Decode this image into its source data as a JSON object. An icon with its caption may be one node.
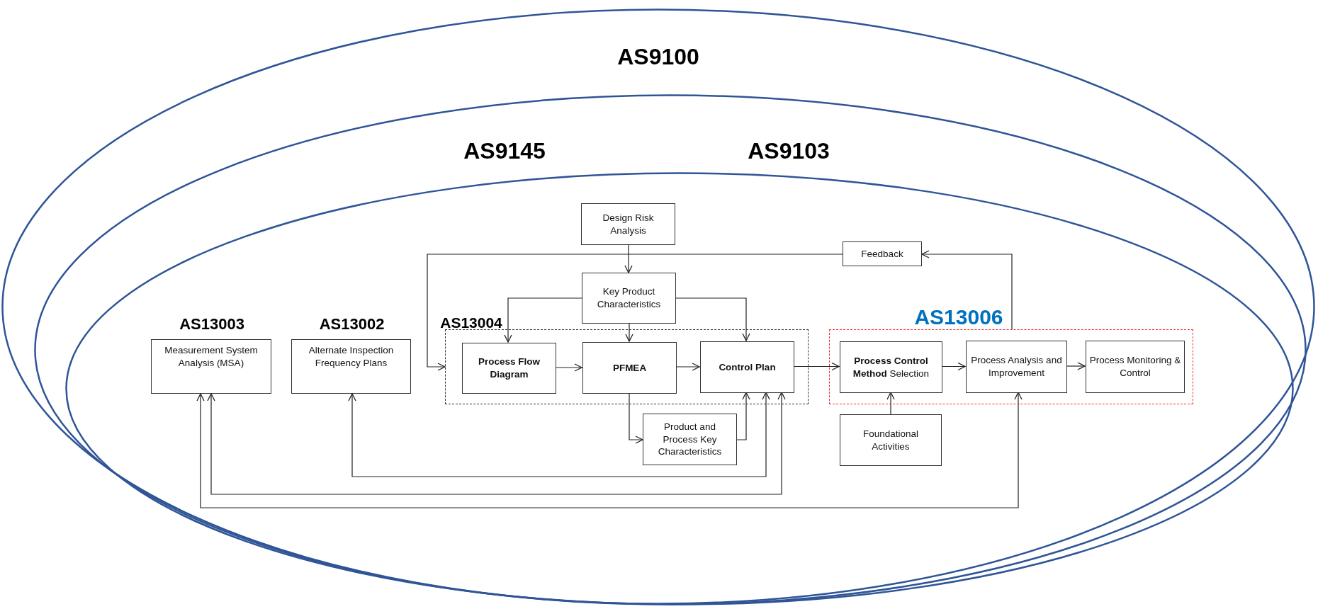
{
  "diagram": {
    "nodes": [
      {
        "text": [
          "AS9100"
        ]
      },
      {
        "text": [
          "AS9145"
        ],
        "in": 0
      },
      {
        "text": [
          "AS9103"
        ],
        "in": 1
      },
      {
        "text": [
          "Design Risk Analysis"
        ],
        "in": 2
      },
      {
        "text": [
          "Feedback"
        ],
        "in": 2
      },
      {
        "text": [
          "Key Product Characteristics"
        ],
        "in": 2
      },
      {
        "text": [
          "Measurement System Analysis (MSA)"
        ],
        "beside": [
          "AS13003"
        ],
        "in": 2
      },
      {
        "text": [
          "Alternate Inspection Frequency Plans"
        ],
        "beside": [
          "AS13002"
        ],
        "in": 2
      },
      {
        "text": [
          "AS13004"
        ],
        "in": 2
      },
      {
        "text": [
          "Process Flow Diagram"
        ],
        "in": 8
      },
      {
        "text": [
          "PFMEA"
        ],
        "in": 8
      },
      {
        "text": [
          "Control Plan"
        ],
        "in": 8
      },
      {
        "text": [
          "AS13006"
        ],
        "in": 2
      },
      {
        "text": [
          "**Process Control Method** Selection"
        ],
        "in": 12
      },
      {
        "text": [
          "Process Analysis and Improvement"
        ],
        "in": 12
      },
      {
        "text": [
          "Process Monitoring & Control"
        ],
        "in": 12
      },
      {
        "text": [
          "Product and Process Key Characteristics"
        ],
        "in": 2
      },
      {
        "text": [
          "Foundational Activities"
        ],
        "in": 2
      }
    ],
    "edges": [
      {
        "from": 3,
        "to": 5,
        "arrow": "to"
      },
      {
        "from": 5,
        "to": 9,
        "arrow": "to"
      },
      {
        "from": 5,
        "to": 10,
        "arrow": "to"
      },
      {
        "from": 5,
        "to": 11,
        "arrow": "to"
      },
      {
        "from": 4,
        "to": 8,
        "arrow": "to"
      },
      {
        "from": 9,
        "to": 10,
        "arrow": "to"
      },
      {
        "from": 10,
        "to": 11,
        "arrow": "to"
      },
      {
        "from": 11,
        "to": 13,
        "arrow": "to"
      },
      {
        "from": 13,
        "to": 14,
        "arrow": "to"
      },
      {
        "from": 14,
        "to": 15,
        "arrow": "to"
      },
      {
        "from": 12,
        "to": 4,
        "arrow": "to"
      },
      {
        "from": 10,
        "to": 16,
        "arrow": "to"
      },
      {
        "from": 16,
        "to": 11,
        "arrow": "to"
      },
      {
        "from": 17,
        "to": 13,
        "arrow": "to"
      },
      {
        "from": 7,
        "to": 11,
        "arrow": "both"
      },
      {
        "from": 6,
        "to": 11,
        "arrow": "both"
      },
      {
        "from": 6,
        "to": 14,
        "arrow": "both"
      }
    ]
  }
}
